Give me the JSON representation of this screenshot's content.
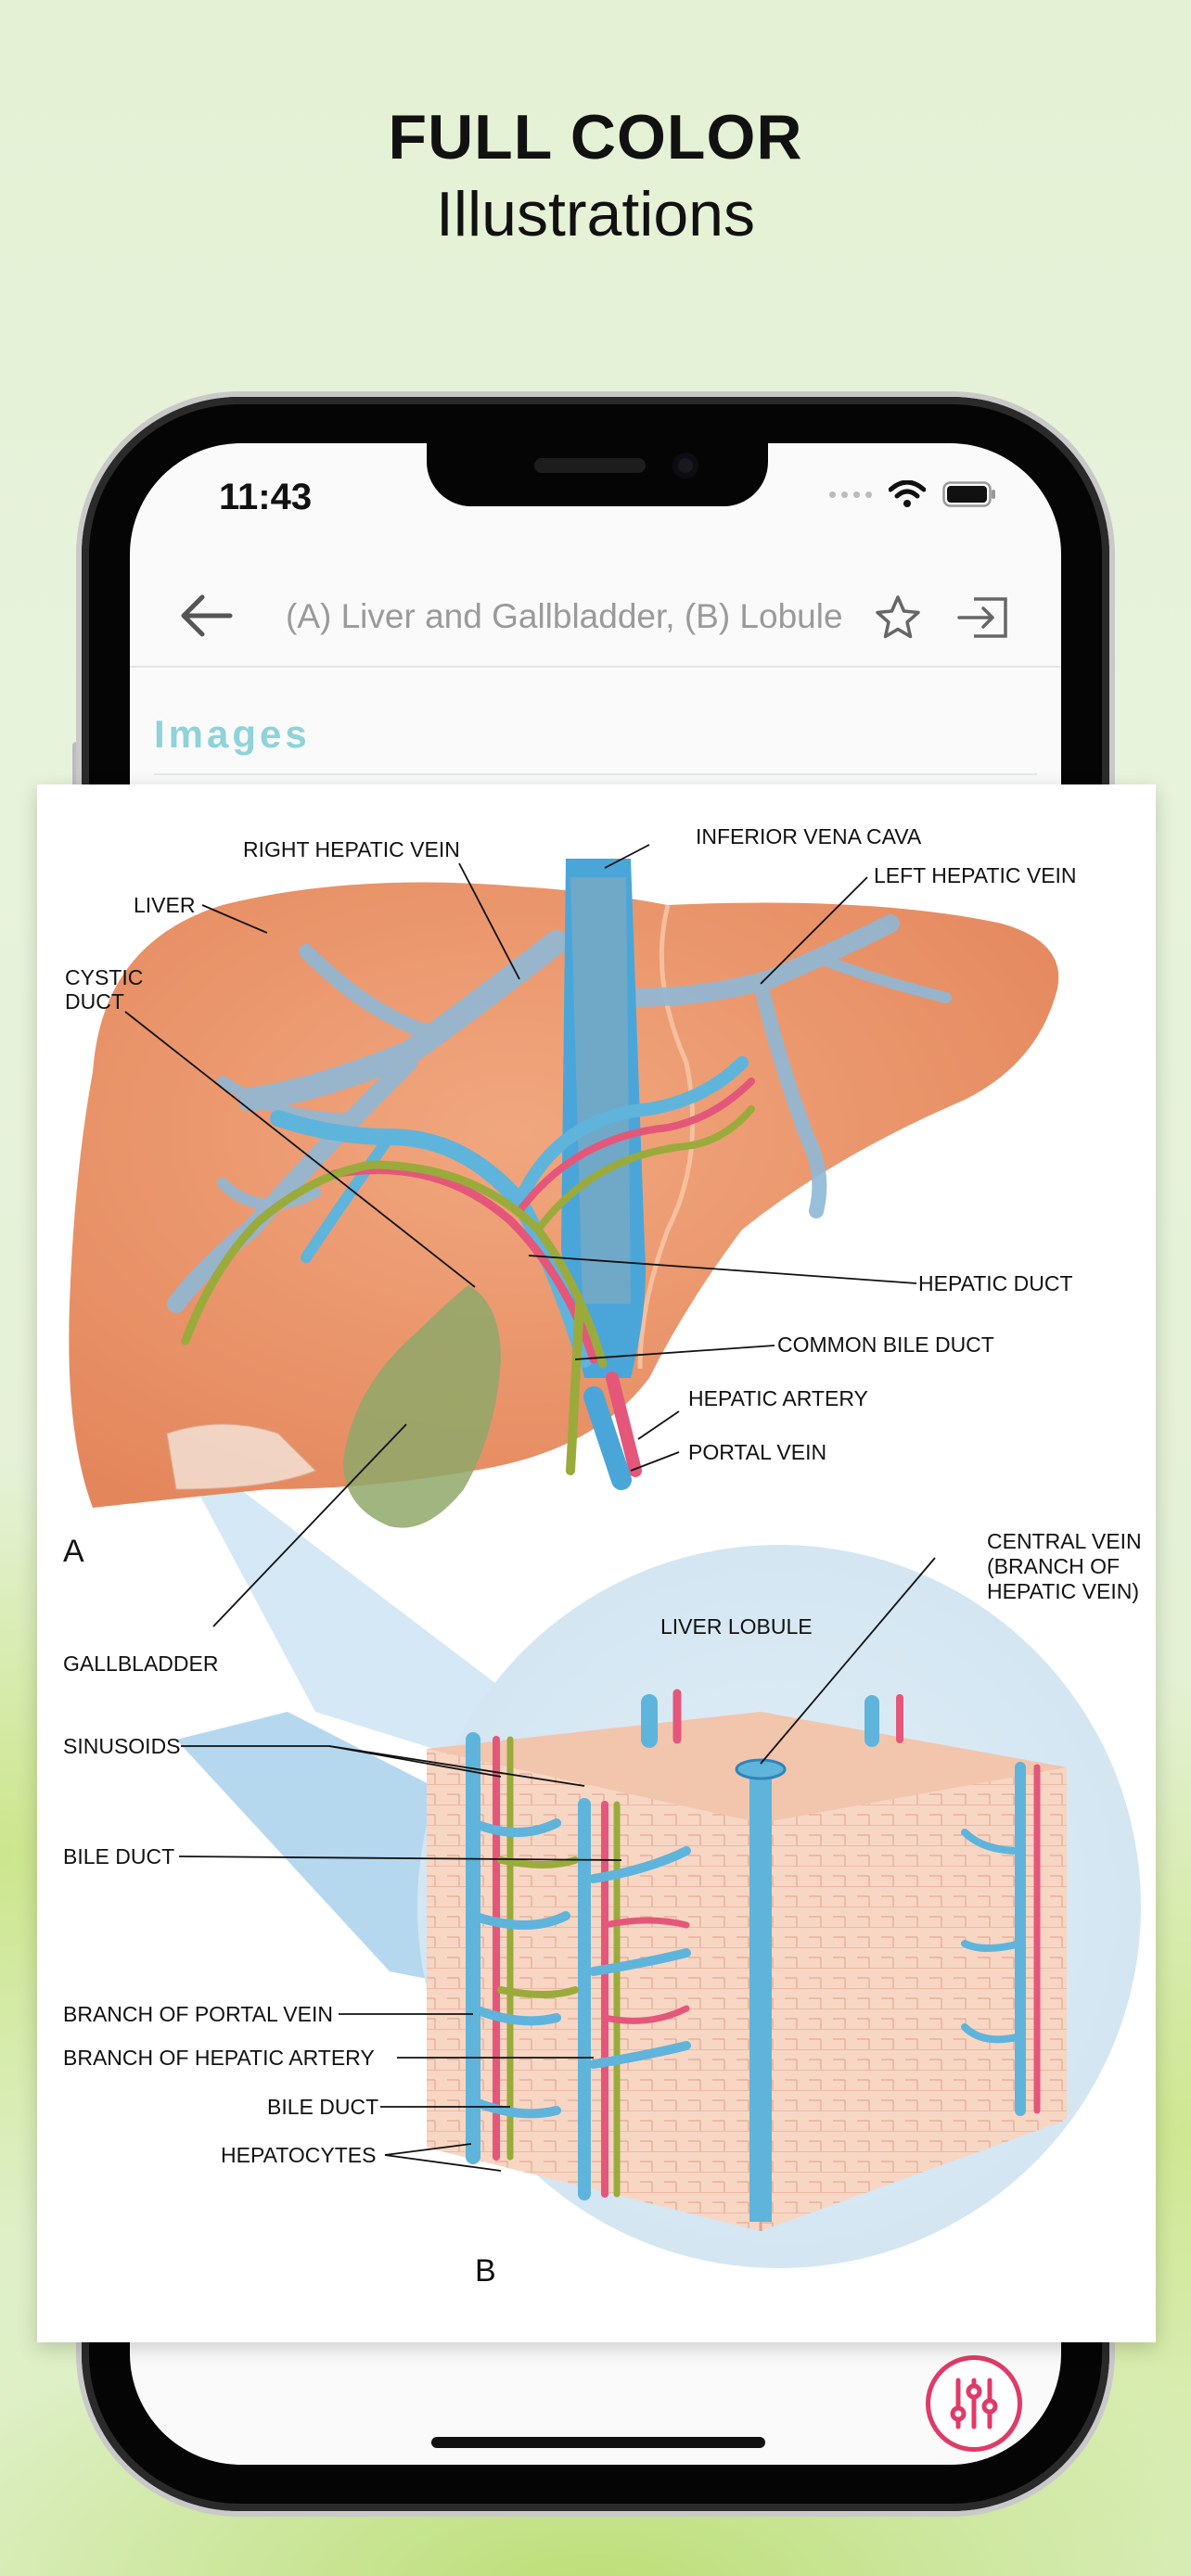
{
  "headline": {
    "line1": "FULL COLOR",
    "line2": "Illustrations"
  },
  "status_bar": {
    "time": "11:43"
  },
  "navbar": {
    "title": "(A) Liver and Gallbladder, (B) Lobule"
  },
  "section": {
    "title": "Images"
  },
  "illustration": {
    "labels": {
      "right_hepatic_vein": "RIGHT HEPATIC VEIN",
      "inferior_vena_cava": "INFERIOR VENA CAVA",
      "left_hepatic_vein": "LEFT HEPATIC VEIN",
      "liver": "LIVER",
      "cystic_duct_1": "CYSTIC",
      "cystic_duct_2": "DUCT",
      "hepatic_duct": "HEPATIC DUCT",
      "common_bile_duct": "COMMON BILE DUCT",
      "hepatic_artery": "HEPATIC ARTERY",
      "portal_vein": "PORTAL VEIN",
      "panel_a": "A",
      "central_vein_1": "CENTRAL VEIN",
      "central_vein_2": "(BRANCH OF",
      "central_vein_3": "HEPATIC VEIN)",
      "liver_lobule": "LIVER LOBULE",
      "gallbladder": "GALLBLADDER",
      "sinusoids": "SINUSOIDS",
      "bile_duct_1": "BILE DUCT",
      "branch_portal_vein": "BRANCH OF PORTAL VEIN",
      "branch_hepatic_artery": "BRANCH OF HEPATIC ARTERY",
      "bile_duct_2": "BILE DUCT",
      "hepatocytes": "HEPATOCYTES",
      "panel_b": "B"
    }
  },
  "icons": {
    "back": "arrow-left-icon",
    "star": "star-outline-icon",
    "exit": "exit-icon",
    "filter": "sliders-icon"
  },
  "colors": {
    "accent_section": "#8fd2da",
    "fab": "#e03a68",
    "liver": "#ec9a72",
    "vein_blue": "#5fb4dc",
    "artery_red": "#e4577a",
    "bile_green": "#9aab3c"
  }
}
